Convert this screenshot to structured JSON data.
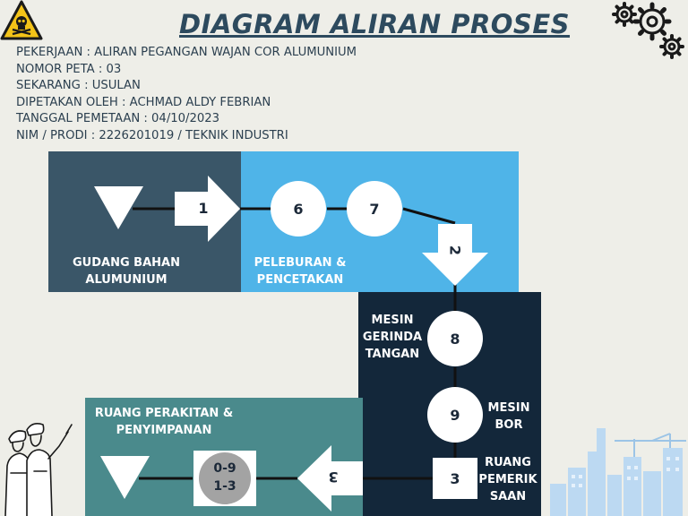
{
  "header": {
    "title": "DIAGRAM ALIRAN PROSES"
  },
  "info": {
    "pekerjaan": "PEKERJAAN : ALIRAN PEGANGAN WAJAN COR ALUMUNIUM",
    "nomor_peta": "NOMOR PETA : 03",
    "sekarang": "SEKARANG : USULAN",
    "dipetakan_oleh": "DIPETAKAN OLEH : ACHMAD ALDY FEBRIAN",
    "tanggal": "TANGGAL PEMETAAN : 04/10/2023",
    "nim_prodi": "NIM / PRODI : 2226201019 / TEKNIK INDUSTRI"
  },
  "areas": {
    "gudang": "GUDANG BAHAN ALUMUNIUM",
    "peleburan": "PELEBURAN & PENCETAKAN",
    "perakitan": "RUANG PERAKITAN & PENYIMPANAN"
  },
  "steps": {
    "transport_1": "1",
    "operation_6": "6",
    "operation_7": "7",
    "transport_2": "2",
    "operation_8": "8",
    "operation_9": "9",
    "inspection_3": "3",
    "transport_3": "3",
    "combined_top": "0-9",
    "combined_bottom": "1-3"
  },
  "step_labels": {
    "mesin_gerinda": "MESIN GERINDA TANGAN",
    "mesin_bor": "MESIN BOR",
    "ruang_pemeriksaan": "RUANG PEMERIK SAAN"
  },
  "colors": {
    "gudang": "#3a5668",
    "peleburan": "#4fb4e8",
    "mesin": "#13273a",
    "perakitan": "#4a8a8c",
    "title": "#2d4a5e"
  },
  "icons": [
    "hazard-skull-icon",
    "gears-icon",
    "workers-illustration",
    "city-skyline-illustration"
  ]
}
